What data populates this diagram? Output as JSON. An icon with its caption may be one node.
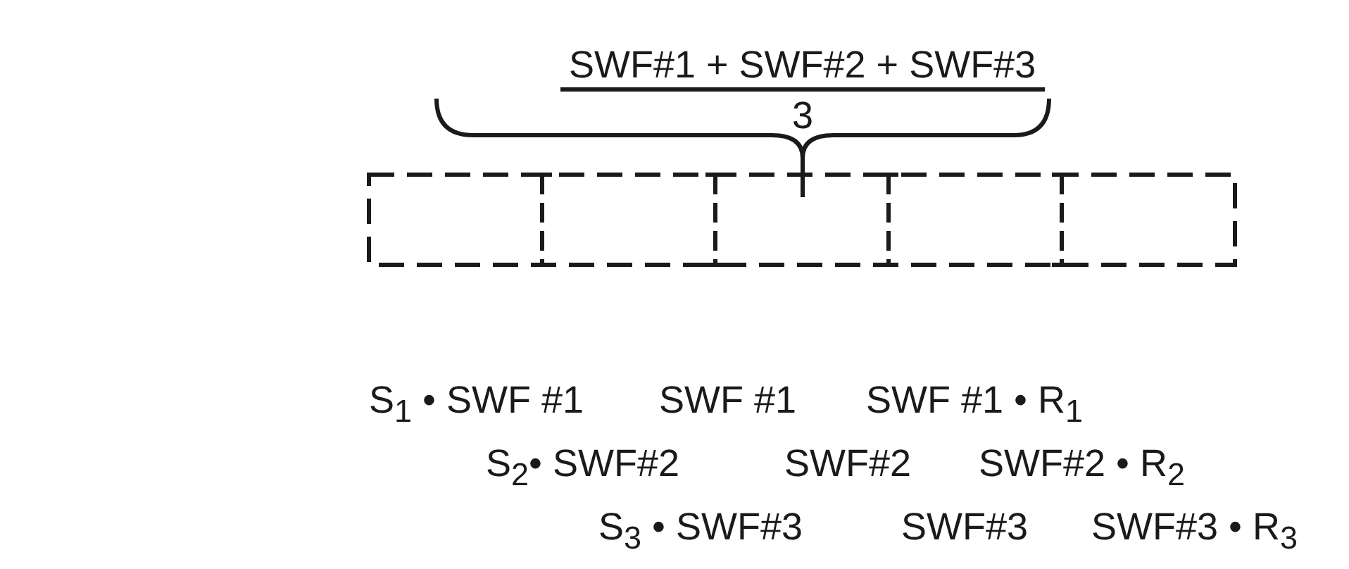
{
  "diagram": {
    "labels": [
      "SWF#1 + SWF#2 + SWF#3",
      "3",
      "S$_{1}$ • SWF #1",
      "SWF #1",
      "SWF #1 • R$_{1}$",
      "S$_{2}$• SWF#2",
      "SWF#2",
      "SWF#2 • R$_{2}$",
      "S$_{3}$ • SWF#3",
      "SWF#3",
      "SWF#3 • R$_{3}$"
    ]
  }
}
